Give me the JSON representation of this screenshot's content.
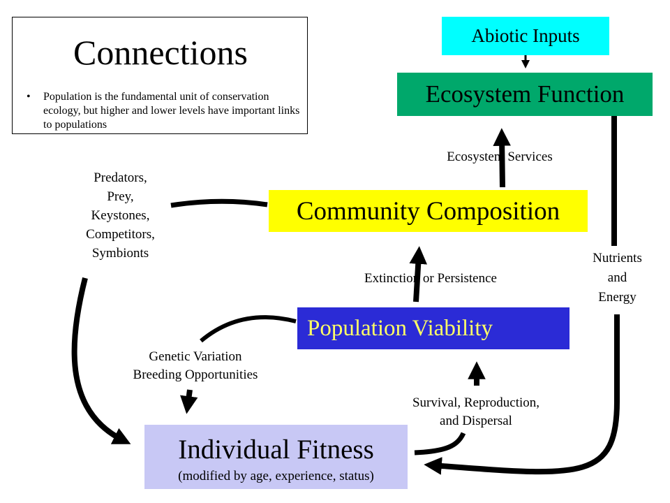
{
  "title": {
    "heading": "Connections",
    "bullet": "•",
    "text": "Population is the fundamental unit of conservation ecology, but higher and lower levels have important links to populations"
  },
  "nodes": {
    "abiotic": "Abiotic Inputs",
    "ecosystem": "Ecosystem Function",
    "community": "Community Composition",
    "population": "Population Viability",
    "individual_title": "Individual Fitness",
    "individual_note": "(modified by age, experience, status)"
  },
  "labels": {
    "ecosystem_services": "Ecosystem Services",
    "extinction": "Extinction or Persistence",
    "genetic": "Genetic Variation",
    "breeding": "Breeding Opportunities",
    "survival": "Survival, Reproduction,",
    "dispersal": "and Dispersal",
    "predators": [
      "Predators,",
      "Prey,",
      "Keystones,",
      "Competitors,",
      "Symbionts"
    ],
    "nutrients": [
      "Nutrients",
      "and",
      "Energy"
    ]
  },
  "colors": {
    "abiotic": "#00ffff",
    "ecosystem": "#00a86b",
    "community": "#ffff00",
    "population": "#2b2bd6",
    "population_text": "#ffff66",
    "individual": "#c8c8f5",
    "arrow": "#000000"
  }
}
